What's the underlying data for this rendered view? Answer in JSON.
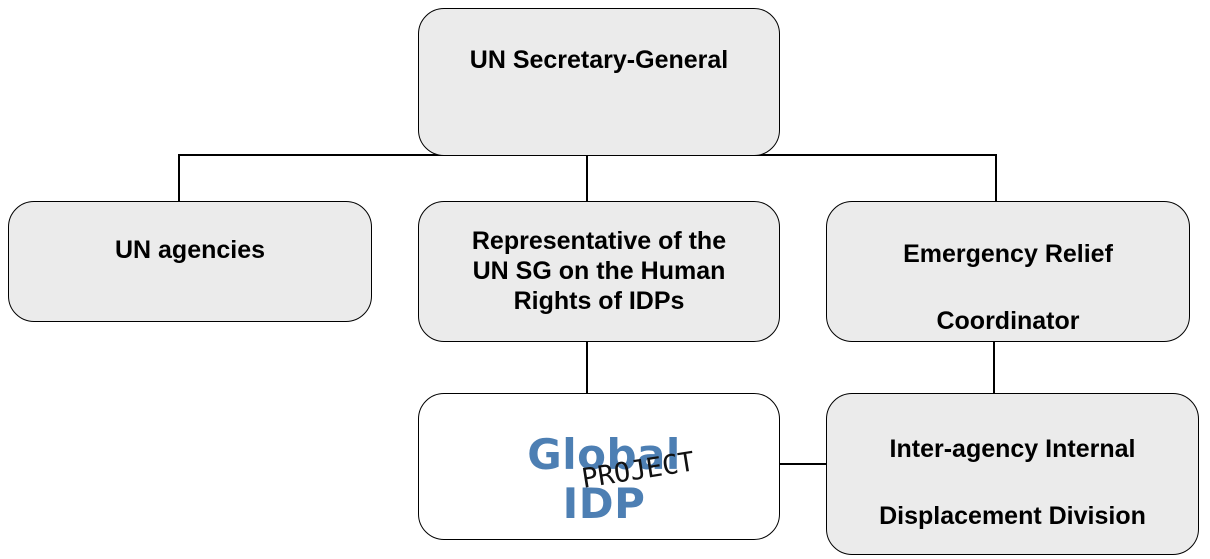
{
  "nodes": {
    "secretary_general": "UN Secretary-General",
    "un_agencies": "UN agencies",
    "representative": "Representative of the UN SG on the Human Rights of IDPs",
    "representative_lines": [
      "Representative of the",
      "UN SG on the Human",
      "Rights of IDPs"
    ],
    "erc_line1": "Emergency Relief",
    "erc_line2": "Coordinator",
    "iadd_line1": "Inter-agency Internal",
    "iadd_line2": "Displacement Division"
  },
  "logo": {
    "word1": "Global IDP",
    "word2": "PROJECT",
    "color": "#4d7fb3"
  },
  "colors": {
    "box_fill": "#ebebeb",
    "logo_box_fill": "#ffffff",
    "stroke": "#000000"
  }
}
